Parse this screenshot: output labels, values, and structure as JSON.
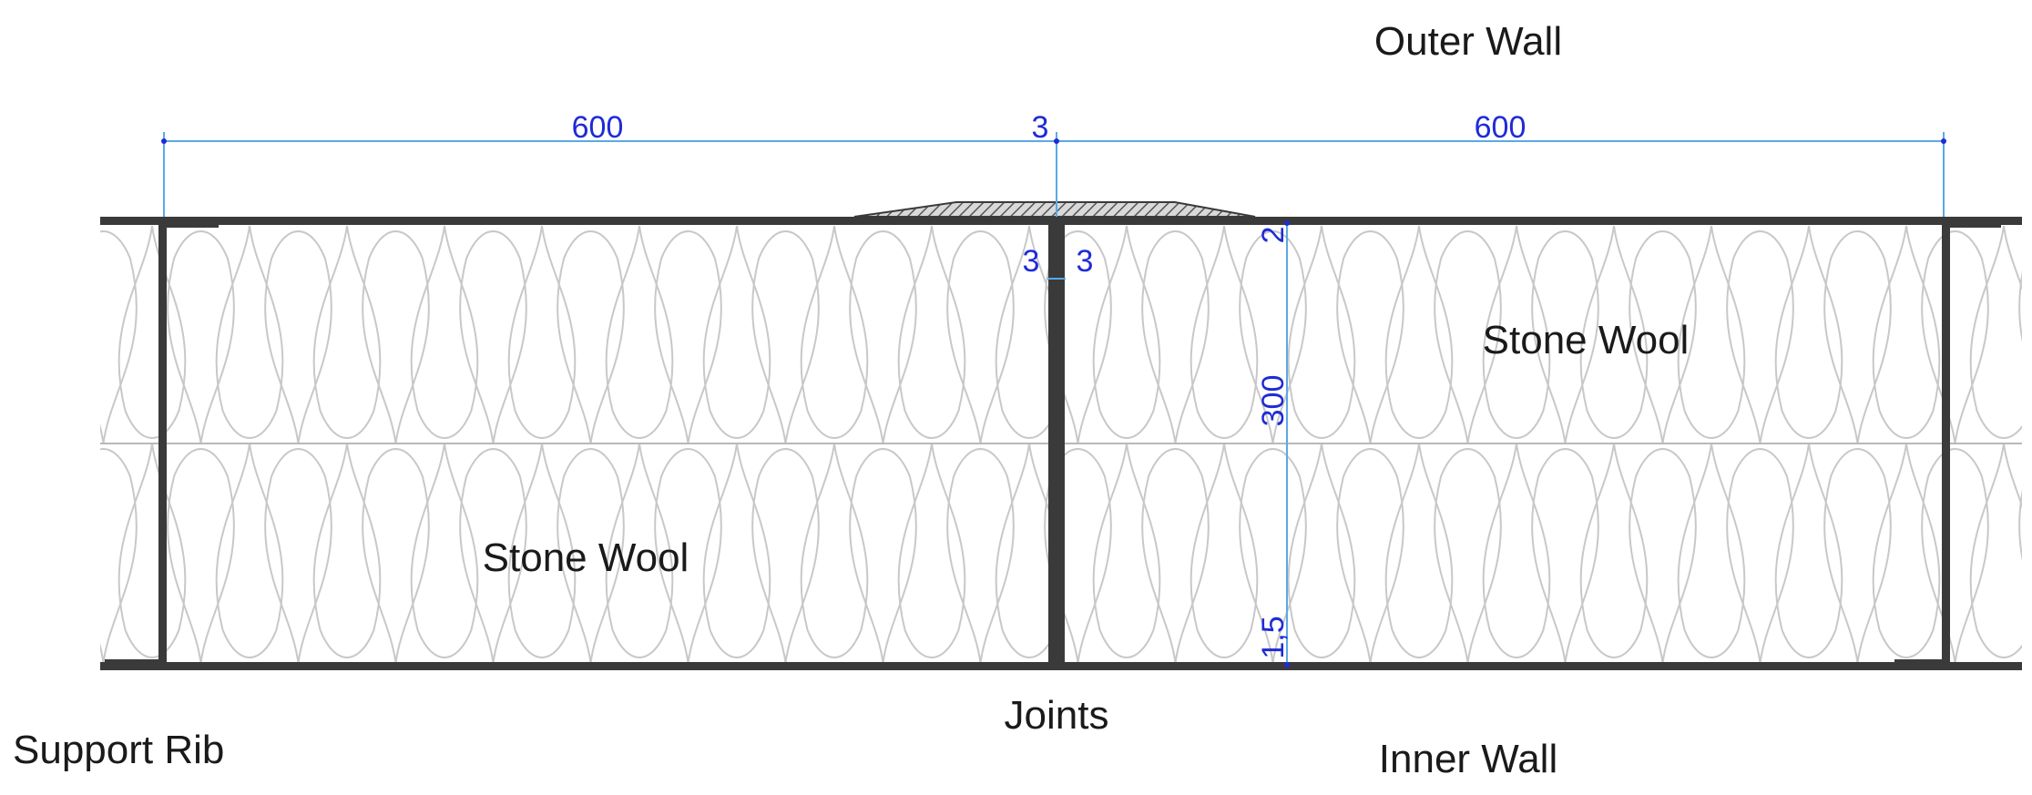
{
  "labels": {
    "outer_wall": "Outer Wall",
    "inner_wall": "Inner Wall",
    "support_rib": "Support Rib",
    "joints": "Joints",
    "stone_wool_left": "Stone Wool",
    "stone_wool_right": "Stone Wool"
  },
  "dimensions": {
    "left_span": "600",
    "joint_gap": "3",
    "right_span": "600",
    "plate_left": "3",
    "plate_right": "3",
    "outer_skin": "2",
    "insulation_depth": "300",
    "inner_skin": "1,5"
  },
  "colors": {
    "structure": "#3a3a3a",
    "insulation_pattern": "#c8c8c8",
    "dimension": "#1f2bd6",
    "dimension_line": "#5aa9e6",
    "text": "#1a1a1a"
  }
}
